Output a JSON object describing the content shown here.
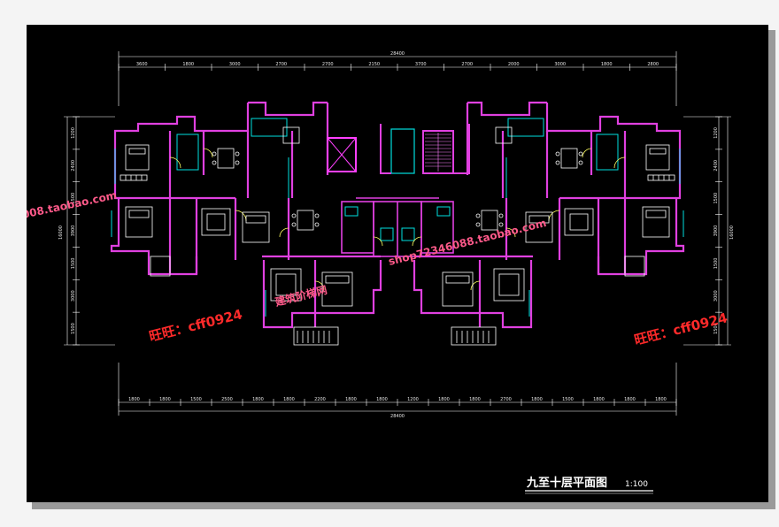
{
  "drawing": {
    "title": "九至十层平面图",
    "scale": "1:100",
    "colors": {
      "background": "#000000",
      "walls": "#e040e0",
      "walls_alt": "#ff80ff",
      "dimensions": "#ffffff",
      "furniture": "#ffffff",
      "fixtures": "#00e0e0",
      "doors": "#ffff60",
      "stair": "#ff40ff"
    },
    "top_dims": {
      "overall": "28400",
      "segments": [
        "3600",
        "1800",
        "3000",
        "2700",
        "2700",
        "2150",
        "3700",
        "2700",
        "2000",
        "3000",
        "1800",
        "2800"
      ]
    },
    "bottom_dims": {
      "overall": "28400",
      "segments": [
        "1800",
        "1800",
        "1500",
        "2500",
        "1800",
        "1800",
        "2200",
        "1800",
        "1800",
        "1200",
        "1800",
        "1800",
        "2700",
        "1800",
        "1500",
        "1800",
        "1800",
        "1800"
      ]
    },
    "left_dims": {
      "overall": "16000",
      "segments": [
        "1200",
        "2400",
        "1500",
        "3900",
        "1500",
        "3000",
        "1500"
      ]
    },
    "right_dims": {
      "overall": "16000",
      "segments": [
        "1200",
        "2400",
        "1500",
        "3900",
        "1500",
        "3000",
        "1500"
      ]
    }
  },
  "watermarks": [
    "008.taobao.com",
    "旺旺：cff0924",
    "建筑阶梯网",
    "shop72346088.taobao.com",
    "旺旺：cff0924"
  ],
  "icons": [
    "building-floor-plan"
  ]
}
